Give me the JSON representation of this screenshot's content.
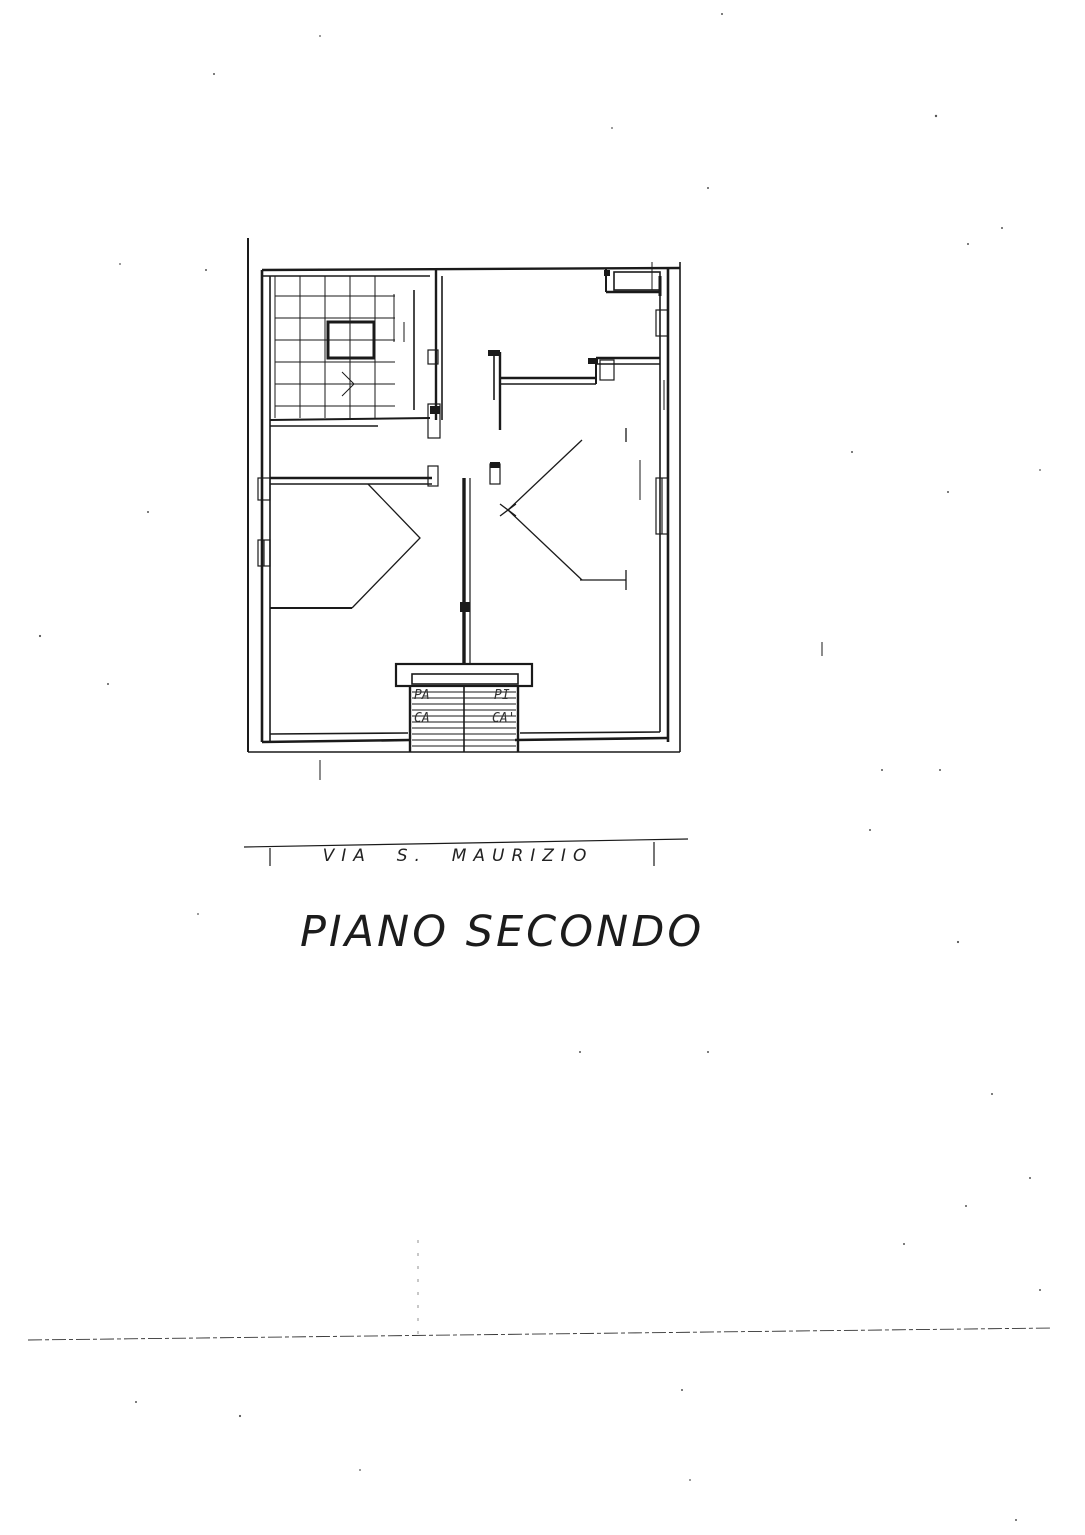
{
  "drawing": {
    "street_label": "VIA  S.  MAURIZIO",
    "floor_title": "PIANO SECONDO",
    "stair_marks": {
      "left_top": "PA",
      "left_bottom": "CA",
      "right_top": "PI",
      "right_bottom": "CA'"
    }
  },
  "colors": {
    "ink": "#1a1a1a",
    "paper": "#ffffff"
  }
}
